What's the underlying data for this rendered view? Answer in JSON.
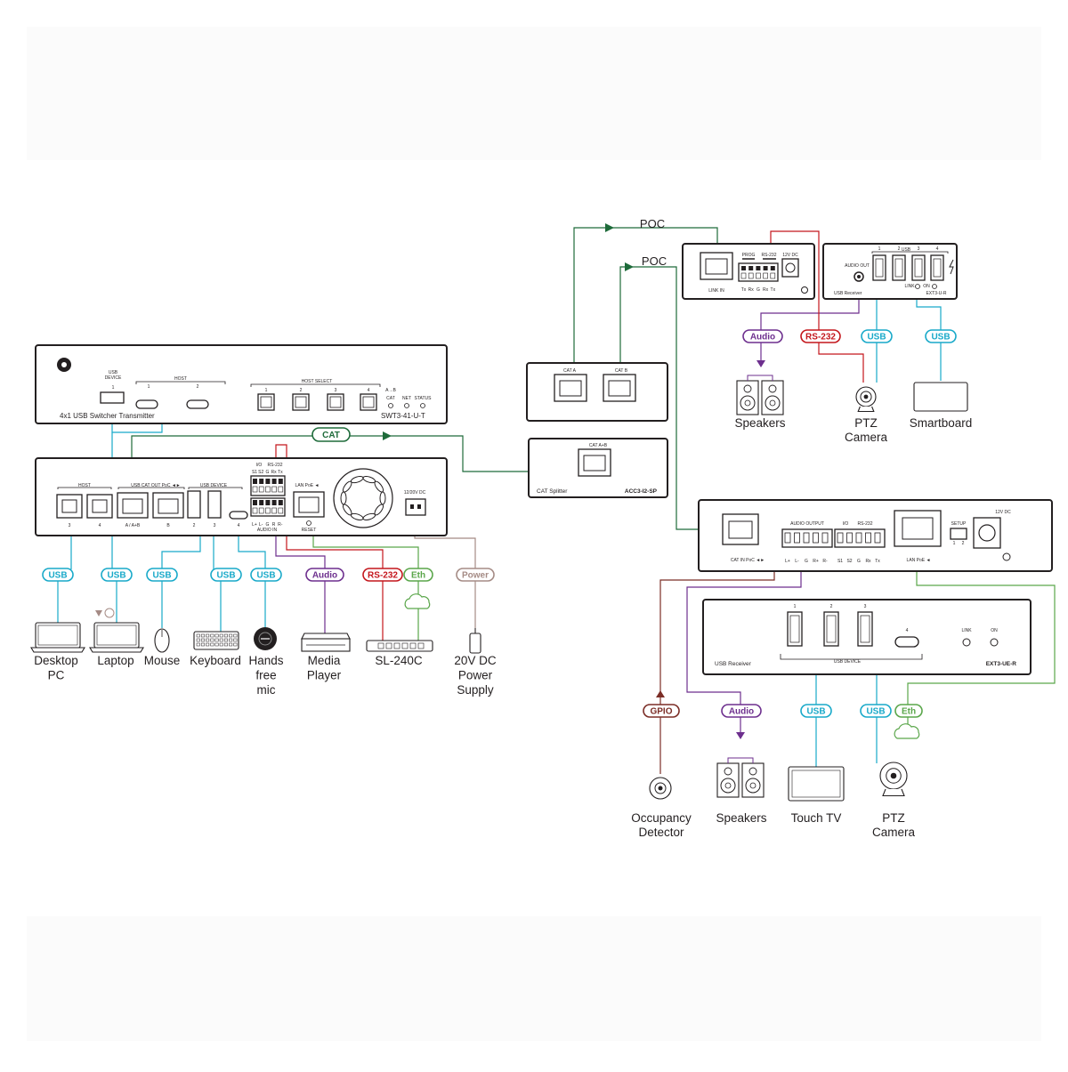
{
  "colors": {
    "usb": "#18a9c9",
    "cat": "#1e6b3a",
    "eth": "#5aa64a",
    "audio": "#6d2f8e",
    "rs232": "#c4161c",
    "gpio": "#7b2d26",
    "power": "#a58b85",
    "device": "#231f20"
  },
  "transmitter_front": {
    "name": "4x1 USB Switcher Transmitter",
    "model": "SWT3-41-U-T",
    "usb_device_label": "USB\nDEVICE",
    "usb_device_num": "1",
    "host_label": "HOST",
    "host_ports": [
      "1",
      "2"
    ],
    "host_select_label": "HOST SELECT",
    "host_select_buttons": [
      "1",
      "2",
      "3",
      "4"
    ],
    "leds": [
      {
        "top": "A→B",
        "bottom": "CAT"
      },
      {
        "top": "",
        "bottom": "NET"
      },
      {
        "top": "",
        "bottom": "STATUS"
      }
    ]
  },
  "transmitter_rear": {
    "host_label": "HOST",
    "host_ports": [
      "3",
      "4"
    ],
    "cat_out_label": "USB CAT OUT PoC ◄►",
    "cat_ports": [
      "A / A+B",
      "B"
    ],
    "usb_device_label": "USB DEVICE",
    "usb_device_ports": [
      "2",
      "3",
      "4"
    ],
    "io_label": "I/O",
    "rs232_label": "RS-232",
    "io_pins": [
      "S1",
      "S2",
      "G",
      "Rx",
      "Tx"
    ],
    "audio_pins": [
      "L+",
      "L-",
      "G",
      "R",
      "R-"
    ],
    "audio_in_label": "AUDIO IN",
    "lan_label": "LAN PoE ◄",
    "reset_label": "RESET",
    "power_label": "12/20V DC"
  },
  "splitter_top": {
    "ports": [
      "CAT A",
      "CAT B"
    ]
  },
  "splitter": {
    "port": "CAT A+B",
    "name": "CAT Splitter",
    "model": "ACC3-I2-SP"
  },
  "receiver_top_left": {
    "link_in": "LINK IN",
    "prog": "PROG",
    "rs232": "RS-232",
    "dc": "12V DC",
    "pins": [
      "Tx",
      "Rx",
      "G",
      "Rx",
      "Tx"
    ]
  },
  "receiver_top_right": {
    "audio_out": "AUDIO OUT",
    "usb_label": "USB",
    "usb_nums": [
      "1",
      "2",
      "3",
      "4"
    ],
    "link": "LINK",
    "on": "ON",
    "name": "USB Receiver",
    "model": "EXT3-U-R"
  },
  "receiver_ue_top": {
    "cat_in": "CAT IN PoC ◄►",
    "audio_output": "AUDIO OUTPUT",
    "audio_pins": [
      "L+",
      "L-",
      "G",
      "R+",
      "R-"
    ],
    "io": "I/O",
    "rs232": "RS-232",
    "io_pins": [
      "S1",
      "S2",
      "G",
      "Rx",
      "Tx"
    ],
    "lan": "LAN PoE ◄",
    "setup": "SETUP",
    "setup_nums": [
      "1",
      "2"
    ],
    "dc": "12V DC"
  },
  "receiver_ue_bottom": {
    "usb_nums": [
      "1",
      "2",
      "3",
      "4"
    ],
    "usb_device": "USB DEVICE",
    "link": "LINK",
    "on": "ON",
    "name": "USB Receiver",
    "model": "EXT3-UE-R"
  },
  "connection_labels": {
    "poc_1": "POC",
    "poc_2": "POC",
    "cat": "CAT"
  },
  "left_pills": [
    {
      "text": "USB",
      "kind": "usb"
    },
    {
      "text": "USB",
      "kind": "usb"
    },
    {
      "text": "USB",
      "kind": "usb"
    },
    {
      "text": "USB",
      "kind": "usb"
    },
    {
      "text": "USB",
      "kind": "usb"
    },
    {
      "text": "Audio",
      "kind": "audio"
    },
    {
      "text": "RS-232",
      "kind": "rs232"
    },
    {
      "text": "Eth",
      "kind": "eth"
    },
    {
      "text": "Power",
      "kind": "power"
    }
  ],
  "top_right_pills": [
    {
      "text": "Audio",
      "kind": "audio"
    },
    {
      "text": "RS-232",
      "kind": "rs232"
    },
    {
      "text": "USB",
      "kind": "usb"
    },
    {
      "text": "USB",
      "kind": "usb"
    }
  ],
  "bottom_right_pills": [
    {
      "text": "GPIO",
      "kind": "gpio"
    },
    {
      "text": "Audio",
      "kind": "audio"
    },
    {
      "text": "USB",
      "kind": "usb"
    },
    {
      "text": "USB",
      "kind": "usb"
    },
    {
      "text": "Eth",
      "kind": "eth"
    }
  ],
  "left_endpoints": [
    {
      "line1": "Desktop",
      "line2": "PC",
      "line3": "",
      "icon": "laptop-icon"
    },
    {
      "line1": "Laptop",
      "line2": "",
      "line3": "",
      "icon": "laptop-icon"
    },
    {
      "line1": "Mouse",
      "line2": "",
      "line3": "",
      "icon": "mouse-icon"
    },
    {
      "line1": "Keyboard",
      "line2": "",
      "line3": "",
      "icon": "keyboard-icon"
    },
    {
      "line1": "Hands",
      "line2": "free",
      "line3": "mic",
      "icon": "microphone-icon"
    },
    {
      "line1": "Media",
      "line2": "Player",
      "line3": "",
      "icon": "media-player-icon"
    },
    {
      "line1": "SL-240C",
      "line2": "",
      "line3": "",
      "icon": "control-keypad-icon"
    },
    {
      "line1": "20V DC",
      "line2": "Power",
      "line3": "Supply",
      "icon": "power-supply-icon"
    }
  ],
  "top_right_endpoints": [
    {
      "line1": "Speakers",
      "line2": ""
    },
    {
      "line1": "PTZ",
      "line2": "Camera"
    },
    {
      "line1": "Smartboard",
      "line2": ""
    }
  ],
  "bottom_right_endpoints": [
    {
      "line1": "Occupancy",
      "line2": "Detector"
    },
    {
      "line1": "Speakers",
      "line2": ""
    },
    {
      "line1": "Touch TV",
      "line2": ""
    },
    {
      "line1": "PTZ",
      "line2": "Camera"
    }
  ]
}
